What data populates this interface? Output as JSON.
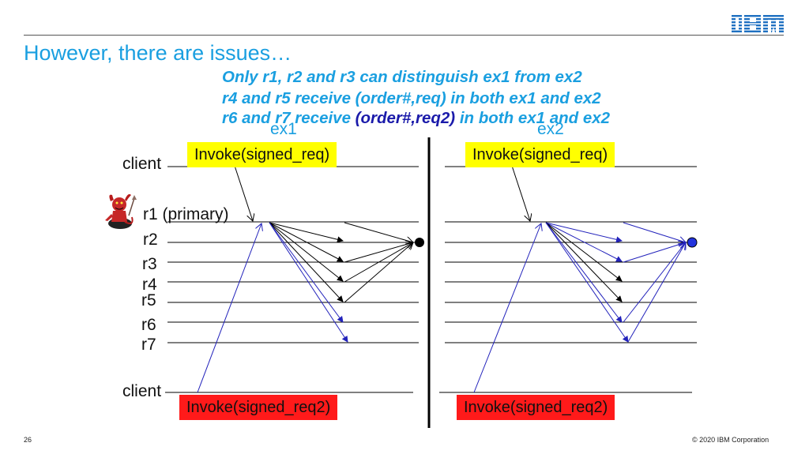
{
  "title": "However, there are issues…",
  "bullets": [
    {
      "parts": [
        "Only r1, r2 and r3 can distinguish ex1 from ex2"
      ]
    },
    {
      "parts": [
        "r4 and r5 receive (order#,req) in both ex1 and ex2"
      ]
    },
    {
      "parts": [
        "r6 and r7 receive ",
        "(order#,req2)",
        " in both ex1 and ex2"
      ]
    }
  ],
  "left_panel": {
    "label": "ex1",
    "invoke_top": "Invoke(signed_req)",
    "invoke_bottom": "Invoke(signed_req2)"
  },
  "right_panel": {
    "label": "ex2",
    "invoke_top": "Invoke(signed_req)",
    "invoke_bottom": "Invoke(signed_req2)"
  },
  "rows": {
    "client_top": "client",
    "r1": "r1 (primary)",
    "r2": "r2",
    "r3": "r3",
    "r4": "r4",
    "r5": "r5",
    "r6": "r6",
    "r7": "r7",
    "client_bottom": "client"
  },
  "footer": {
    "page_number": "26",
    "copyright": "© 2020 IBM Corporation"
  },
  "logo_text": "IBM",
  "colors": {
    "accent": "#1a9fe0",
    "highlight": "#1a1aaa",
    "arrow_blue": "#2222bb",
    "yellow_box": "#ffff00",
    "red_box": "#ff1a1a"
  }
}
